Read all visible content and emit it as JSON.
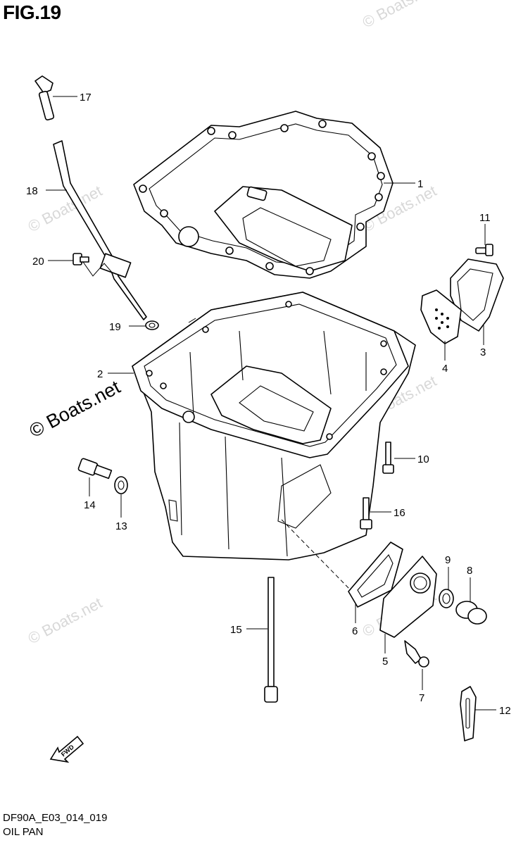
{
  "figure": {
    "title": "FIG.19",
    "code": "DF90A_E03_014_019",
    "name": "OIL PAN"
  },
  "watermark": {
    "text": "© Boats.net",
    "light_color": "#d8d8d8",
    "dark_color": "#000000"
  },
  "callouts": [
    "1",
    "2",
    "3",
    "4",
    "5",
    "6",
    "7",
    "8",
    "9",
    "10",
    "11",
    "12",
    "13",
    "14",
    "15",
    "16",
    "17",
    "18",
    "19",
    "20"
  ],
  "direction_label": "FWD",
  "colors": {
    "line": "#000000",
    "background": "#ffffff"
  }
}
